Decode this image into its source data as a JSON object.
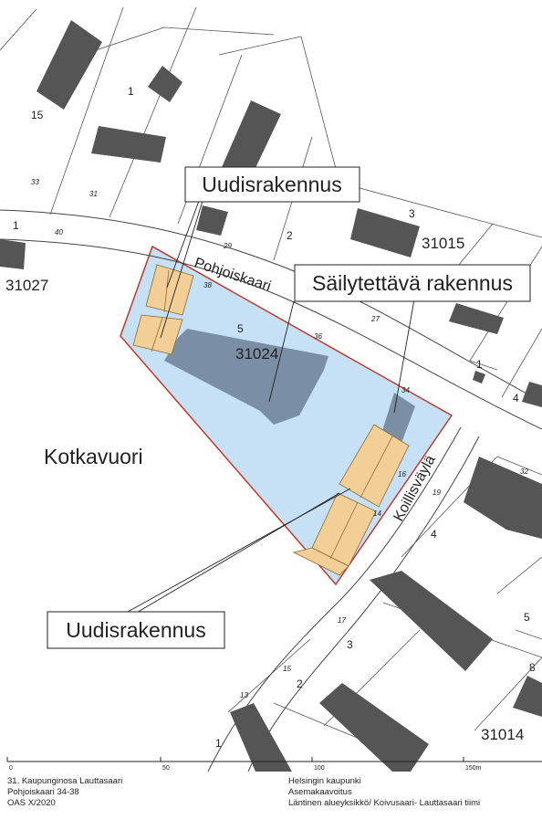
{
  "labels": {
    "kotkavuori": "Kotkavuori",
    "street_pohjoiskaari": "Pohjoiskaari",
    "street_koillisvayla": "Koillisväylä",
    "callout_new_top": "Uudisrakennus",
    "callout_preserved": "Säilytettävä rakennus",
    "callout_new_bottom": "Uudisrakennus"
  },
  "blocks": {
    "b31027": "31027",
    "b31015": "31015",
    "b31024": "31024",
    "b31014": "31014"
  },
  "plots": {
    "p15": "15",
    "p1a": "1",
    "p3a": "3",
    "p2a": "2",
    "p1b": "1",
    "p5": "5",
    "p1c": "1",
    "p4a": "4",
    "p4b": "4",
    "p5b": "5",
    "p3b": "3",
    "p2b": "2",
    "p8": "8",
    "p1d": "1"
  },
  "house_numbers": {
    "n33": "33",
    "n31": "31",
    "n40": "40",
    "n29": "29",
    "n38": "38",
    "n36": "36",
    "n27": "27",
    "n34": "34",
    "n16": "16",
    "n14": "14",
    "n19": "19",
    "n32": "32",
    "n17": "17",
    "n15": "15",
    "n13": "13"
  },
  "scale_bar": {
    "t0": "0",
    "t50": "50",
    "t100": "100",
    "t150": "150m"
  },
  "footer": {
    "left": [
      "31. Kaupunginosa Lauttasaari",
      "Pohjoiskaari 34-38",
      "OAS X/2020"
    ],
    "right": [
      "Helsingin kaupunki",
      "Asemakaavoitus",
      "Läntinen alueyksikkö/ Koivusaari- Lauttasaari tiimi"
    ]
  },
  "colors": {
    "plan_area_fill": "#c6e0f5",
    "plan_area_border": "#c0392b",
    "existing_building": "#555555",
    "preserved_building": "#7a8ea5",
    "new_building": "#f2cf96"
  }
}
